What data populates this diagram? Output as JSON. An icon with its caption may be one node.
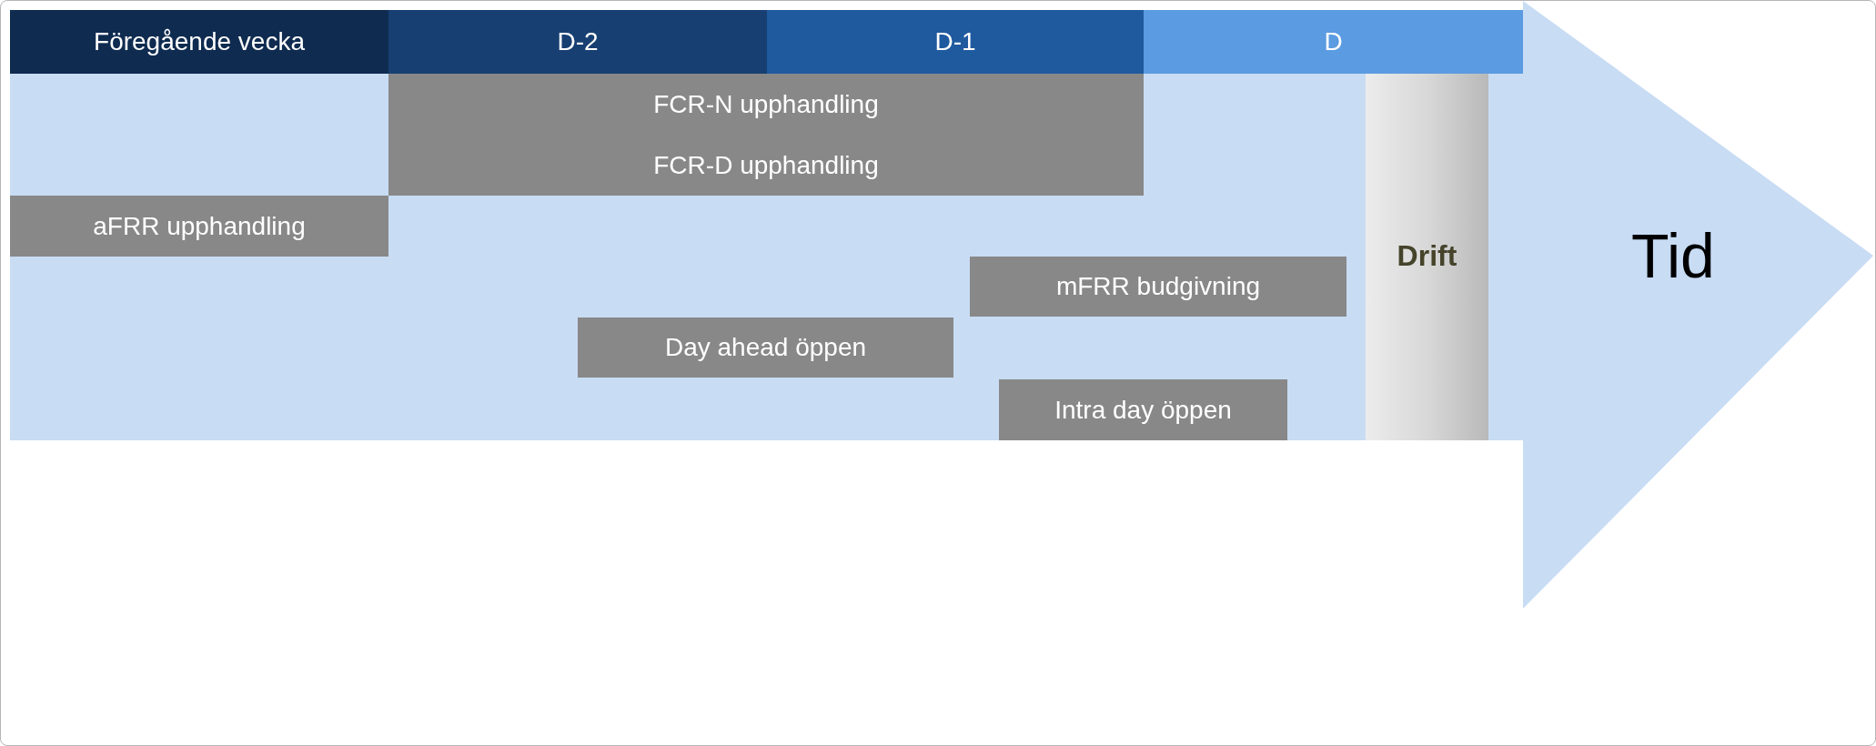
{
  "diagram": {
    "nodes": [
      {
        "text": [
          "Tid"
        ]
      },
      {
        "text": [
          "Föregående vecka"
        ],
        "in": 0
      },
      {
        "text": [
          "D-2"
        ],
        "in": 0
      },
      {
        "text": [
          "D-1"
        ],
        "in": 0
      },
      {
        "text": [
          "D"
        ],
        "in": 0
      },
      {
        "text": [
          "FCR-N upphandling"
        ],
        "in": 0
      },
      {
        "text": [
          "FCR-D upphandling"
        ],
        "in": 0
      },
      {
        "text": [
          "Drift"
        ],
        "in": 0
      },
      {
        "text": [
          "aFRR upphandling"
        ],
        "in": 0
      },
      {
        "text": [
          "mFRR budgivning"
        ],
        "in": 0
      },
      {
        "text": [
          "Day ahead öppen"
        ],
        "in": 0
      },
      {
        "text": [
          "Intra day öppen"
        ],
        "in": 0
      }
    ]
  }
}
